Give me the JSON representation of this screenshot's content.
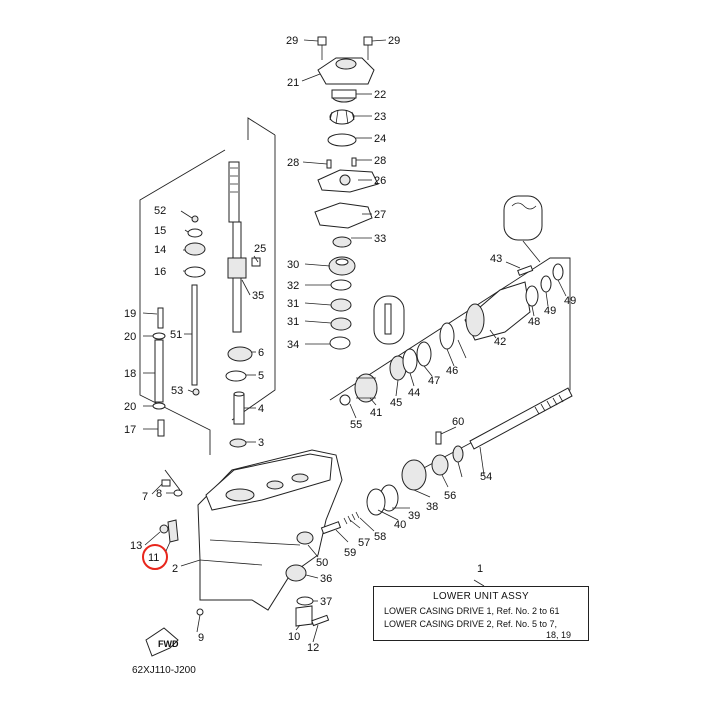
{
  "diagram_code": "62XJ110-J200",
  "assy": {
    "number": "1",
    "title": "LOWER UNIT ASSY",
    "line1": "LOWER CASING DRIVE 1,  Ref. No. 2 to 61",
    "line2": "LOWER CASING DRIVE 2,  Ref. No. 5 to 7,",
    "line3": "18, 19"
  },
  "fwd_label": "FWD",
  "highlight_color": "#e8261c",
  "highlighted_ref": "11",
  "parts": {
    "p1": "1",
    "p2": "2",
    "p3": "3",
    "p4": "4",
    "p5": "5",
    "p6": "6",
    "p7": "7",
    "p8": "8",
    "p9": "9",
    "p10": "10",
    "p11": "11",
    "p12": "12",
    "p13": "13",
    "p14": "14",
    "p15": "15",
    "p16": "16",
    "p17": "17",
    "p18": "18",
    "p19": "19",
    "p20a": "20",
    "p20b": "20",
    "p21": "21",
    "p22": "22",
    "p23": "23",
    "p24": "24",
    "p25": "25",
    "p26": "26",
    "p27": "27",
    "p28a": "28",
    "p28b": "28",
    "p29a": "29",
    "p29b": "29",
    "p30": "30",
    "p31a": "31",
    "p31b": "31",
    "p32": "32",
    "p33": "33",
    "p34": "34",
    "p35": "35",
    "p36": "36",
    "p37": "37",
    "p38": "38",
    "p39": "39",
    "p40": "40",
    "p41": "41",
    "p42": "42",
    "p43": "43",
    "p44": "44",
    "p45": "45",
    "p46": "46",
    "p47": "47",
    "p48": "48",
    "p49a": "49",
    "p49b": "49",
    "p50": "50",
    "p51": "51",
    "p52": "52",
    "p53": "53",
    "p54": "54",
    "p55": "55",
    "p56": "56",
    "p57": "57",
    "p58": "58",
    "p59": "59",
    "p60": "60"
  }
}
